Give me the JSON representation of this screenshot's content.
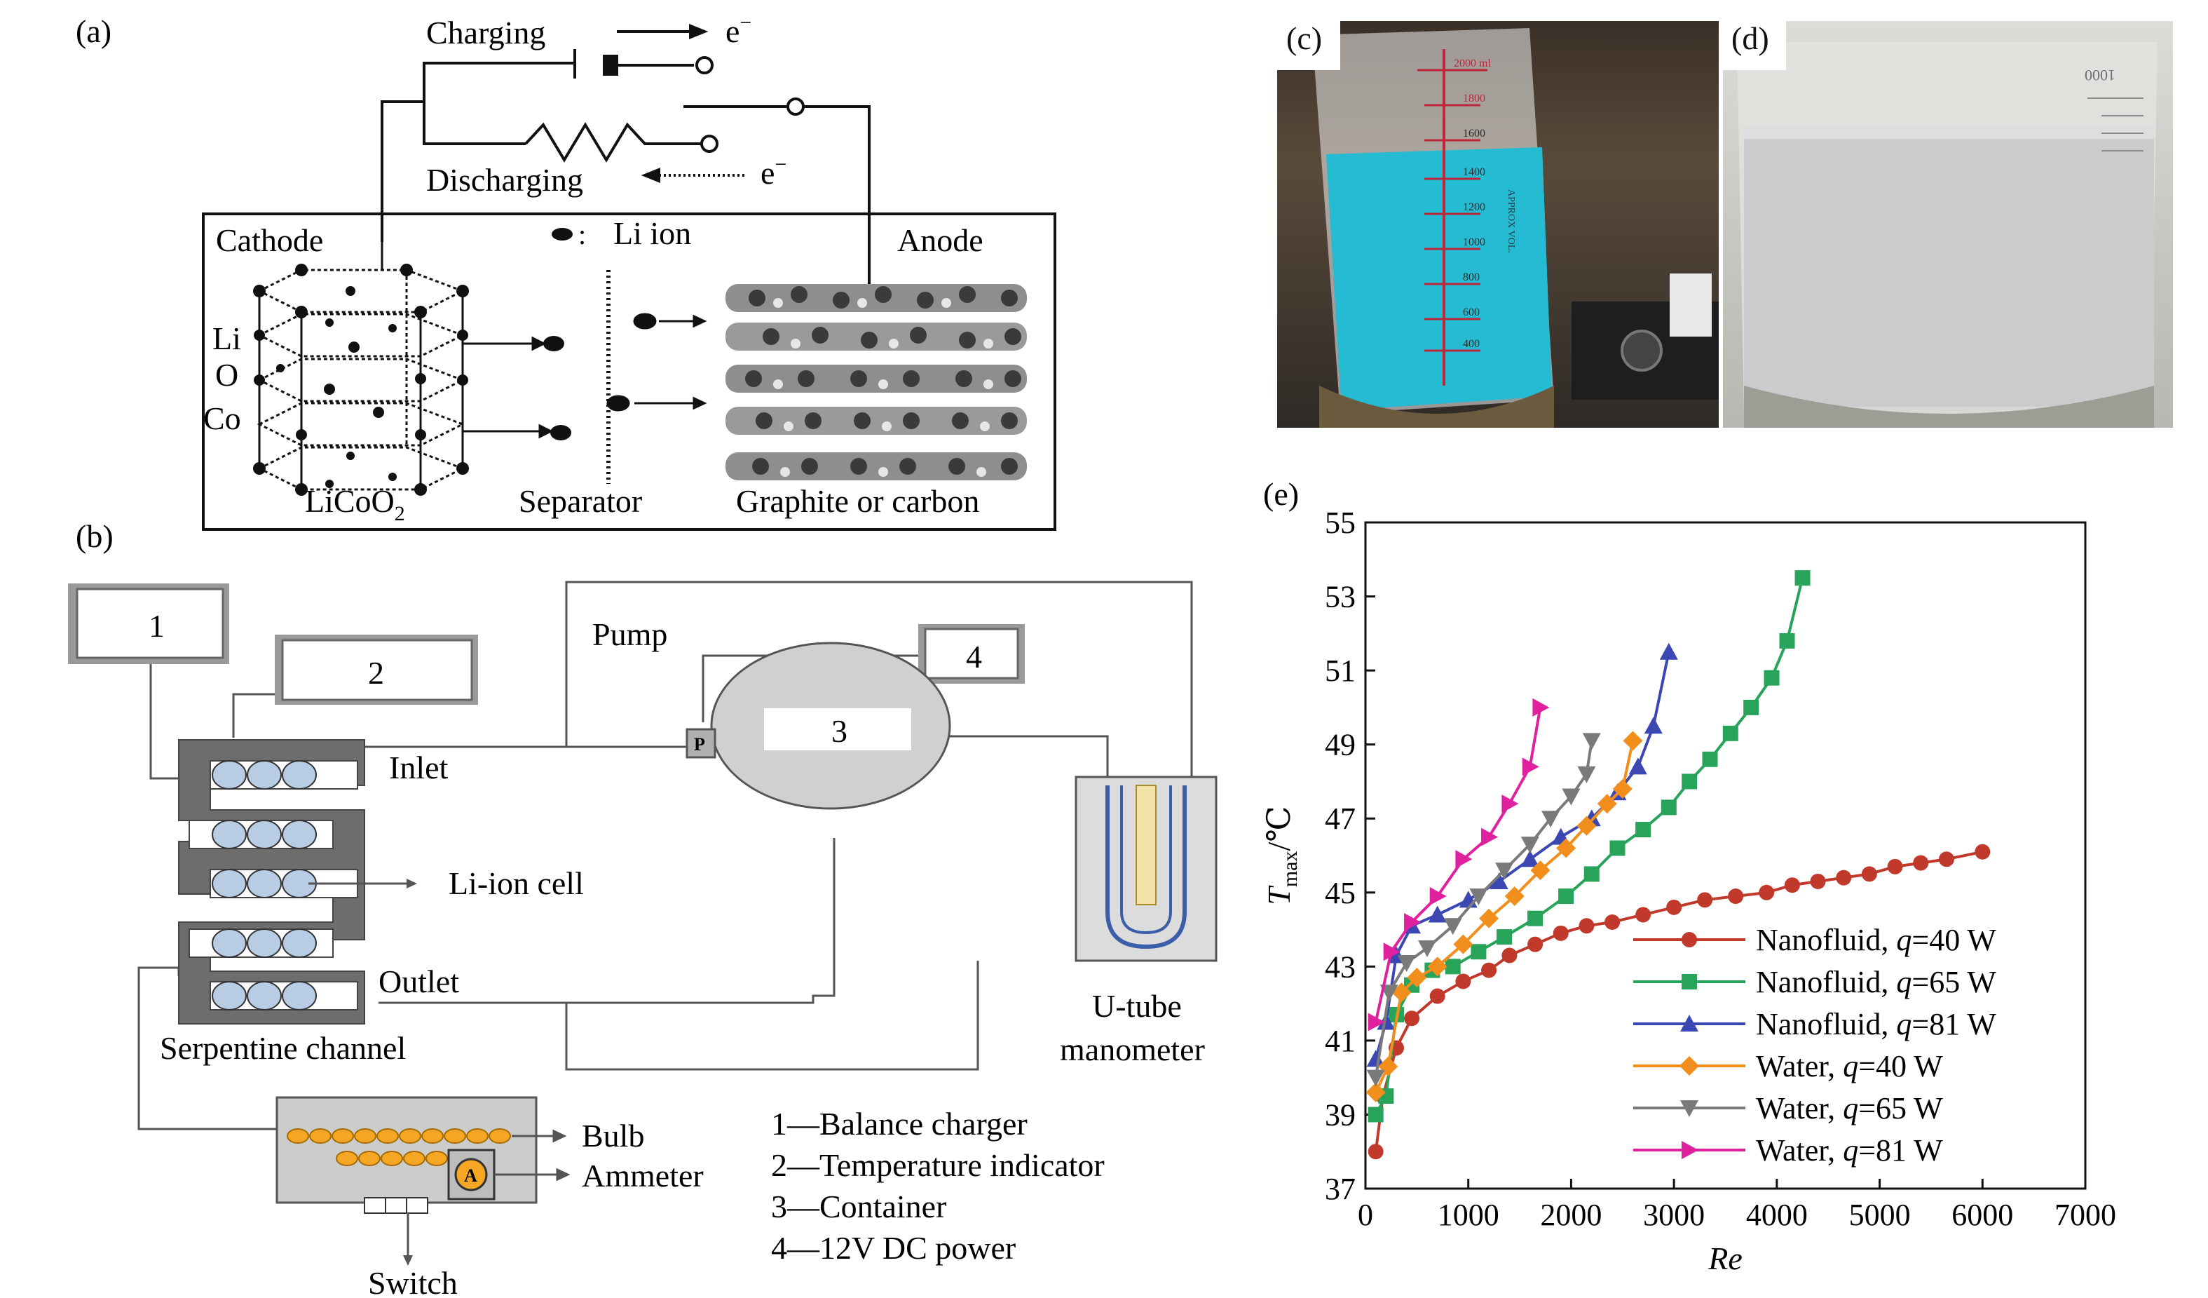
{
  "panels": {
    "a": {
      "label": "(a)",
      "charging": "Charging",
      "discharging": "Discharging",
      "electron": "e",
      "electron_sup": "−",
      "li_ion": "Li ion",
      "cathode": "Cathode",
      "anode": "Anode",
      "atom_li": "Li",
      "atom_o": "O",
      "atom_co": "Co",
      "licoo2_main": "LiCoO",
      "licoo2_sub": "2",
      "separator": "Separator",
      "graphite": "Graphite or carbon"
    },
    "b": {
      "label": "(b)",
      "box1": "1",
      "box2": "2",
      "box3": "3",
      "box4": "4",
      "pump": "Pump",
      "pump_p": "P",
      "inlet": "Inlet",
      "outlet": "Outlet",
      "li_ion_cell": "Li-ion cell",
      "serpentine": "Serpentine channel",
      "u_tube_1": "U-tube",
      "u_tube_2": "manometer",
      "bulb": "Bulb",
      "ammeter": "Ammeter",
      "ammeter_a": "A",
      "switch": "Switch",
      "legend": [
        "1—Balance charger",
        "2—Temperature indicator",
        "3—Container",
        "4—12V DC power"
      ]
    },
    "c": {
      "label": "(c)",
      "beaker_top": "2000 ml",
      "beaker_marks": [
        "1800",
        "1600",
        "1400",
        "1200",
        "1000",
        "800",
        "600",
        "400"
      ],
      "approx_vol": "APPROX VOL."
    },
    "d": {
      "label": "(d)",
      "beaker_top": "1000"
    },
    "e": {
      "label": "(e)"
    }
  },
  "chart_data": {
    "type": "line",
    "title": "",
    "xlabel": "Re",
    "ylabel_main": "T",
    "ylabel_sub": "max",
    "ylabel_unit": "/℃",
    "xlim": [
      0,
      7000
    ],
    "ylim": [
      37,
      55
    ],
    "xticks": [
      0,
      1000,
      2000,
      3000,
      4000,
      5000,
      6000,
      7000
    ],
    "yticks": [
      37,
      39,
      41,
      43,
      45,
      47,
      49,
      51,
      53,
      55
    ],
    "grid": false,
    "legend_position": "bottom-right",
    "series": [
      {
        "name": "Nanofluid, q=40 W",
        "label_prefix": "Nanofluid, ",
        "label_var": "q",
        "label_suffix": "=40 W",
        "color": "#c0392b",
        "marker": "circle",
        "x": [
          100,
          170,
          300,
          450,
          700,
          950,
          1200,
          1400,
          1650,
          1900,
          2150,
          2400,
          2700,
          3000,
          3300,
          3600,
          3900,
          4150,
          4400,
          4650,
          4900,
          5150,
          5400,
          5650,
          6000
        ],
        "y": [
          38.0,
          39.5,
          40.8,
          41.6,
          42.2,
          42.6,
          42.9,
          43.3,
          43.6,
          43.9,
          44.1,
          44.2,
          44.4,
          44.6,
          44.8,
          44.9,
          45.0,
          45.2,
          45.3,
          45.4,
          45.5,
          45.7,
          45.8,
          45.9,
          46.1
        ]
      },
      {
        "name": "Nanofluid, q=65 W",
        "label_prefix": "Nanofluid, ",
        "label_var": "q",
        "label_suffix": "=65 W",
        "color": "#27a35a",
        "marker": "square",
        "x": [
          100,
          200,
          300,
          450,
          650,
          850,
          1100,
          1350,
          1650,
          1950,
          2200,
          2450,
          2700,
          2950,
          3150,
          3350,
          3550,
          3750,
          3950,
          4100,
          4250
        ],
        "y": [
          39.0,
          39.5,
          41.7,
          42.5,
          42.9,
          43.0,
          43.4,
          43.8,
          44.3,
          44.9,
          45.5,
          46.2,
          46.7,
          47.3,
          48.0,
          48.6,
          49.3,
          50.0,
          50.8,
          51.8,
          53.5
        ]
      },
      {
        "name": "Nanofluid, q=81 W",
        "label_prefix": "Nanofluid, ",
        "label_var": "q",
        "label_suffix": "=81 W",
        "color": "#3b47b3",
        "marker": "triangle-up",
        "x": [
          100,
          200,
          300,
          450,
          700,
          1000,
          1300,
          1600,
          1900,
          2200,
          2450,
          2650,
          2800,
          2950
        ],
        "y": [
          40.5,
          41.5,
          43.3,
          44.1,
          44.4,
          44.8,
          45.3,
          45.9,
          46.5,
          47.0,
          47.7,
          48.4,
          49.5,
          51.5
        ]
      },
      {
        "name": "Water, q=40 W",
        "label_prefix": "Water, ",
        "label_var": "q",
        "label_suffix": "=40 W",
        "color": "#f28e1c",
        "marker": "diamond",
        "x": [
          100,
          220,
          350,
          500,
          700,
          950,
          1200,
          1450,
          1700,
          1950,
          2150,
          2350,
          2500,
          2600
        ],
        "y": [
          39.6,
          40.3,
          42.3,
          42.7,
          43.0,
          43.6,
          44.3,
          44.9,
          45.6,
          46.2,
          46.8,
          47.4,
          47.8,
          49.1
        ]
      },
      {
        "name": "Water, q=65 W",
        "label_prefix": "Water, ",
        "label_var": "q",
        "label_suffix": "=65 W",
        "color": "#7a7a7a",
        "marker": "triangle-down",
        "x": [
          100,
          230,
          400,
          600,
          850,
          1100,
          1350,
          1600,
          1800,
          2000,
          2150,
          2200
        ],
        "y": [
          40.0,
          42.3,
          43.1,
          43.5,
          44.1,
          44.9,
          45.6,
          46.3,
          47.0,
          47.6,
          48.2,
          49.1
        ]
      },
      {
        "name": "Water, q=81 W",
        "label_prefix": "Water, ",
        "label_var": "q",
        "label_suffix": "=81 W",
        "color": "#e0219e",
        "marker": "triangle-right",
        "x": [
          100,
          250,
          450,
          700,
          950,
          1200,
          1400,
          1600,
          1700
        ],
        "y": [
          41.5,
          43.4,
          44.2,
          44.9,
          45.9,
          46.5,
          47.4,
          48.4,
          50.0
        ]
      }
    ]
  }
}
